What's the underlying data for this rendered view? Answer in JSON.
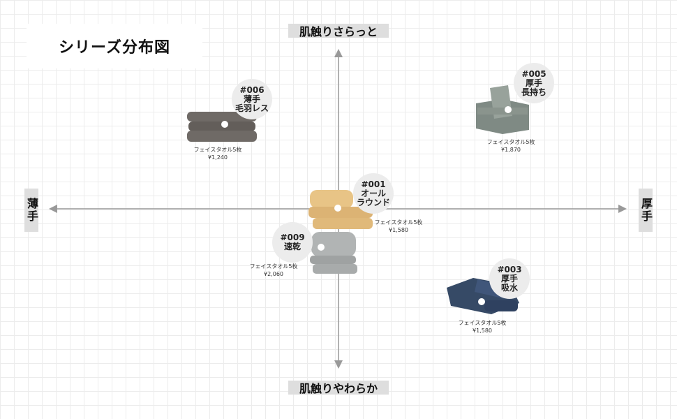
{
  "title": "シリーズ分布図",
  "axes": {
    "top": "肌触りさらっと",
    "bottom": "肌触りやわらか",
    "left": "薄手",
    "right": "厚手"
  },
  "products": [
    {
      "id": "p006",
      "code": "#006",
      "desc1": "薄手",
      "desc2": "毛羽レス",
      "type": "フェイスタオル5枚",
      "price": "¥1,240",
      "color": "#6f6a66"
    },
    {
      "id": "p005",
      "code": "#005",
      "desc1": "厚手",
      "desc2": "長持ち",
      "type": "フェイスタオル5枚",
      "price": "¥1,870",
      "color": "#8a948d"
    },
    {
      "id": "p001",
      "code": "#001",
      "desc1": "オール",
      "desc2": "ラウンド",
      "type": "フェイスタオル5枚",
      "price": "¥1,580",
      "color": "#e0b97a"
    },
    {
      "id": "p009",
      "code": "#009",
      "desc1": "速乾",
      "desc2": "",
      "type": "フェイスタオル5枚",
      "price": "¥2,060",
      "color": "#a8abab"
    },
    {
      "id": "p003",
      "code": "#003",
      "desc1": "厚手",
      "desc2": "吸水",
      "type": "フェイスタオル5枚",
      "price": "¥1,580",
      "color": "#364a66"
    }
  ]
}
